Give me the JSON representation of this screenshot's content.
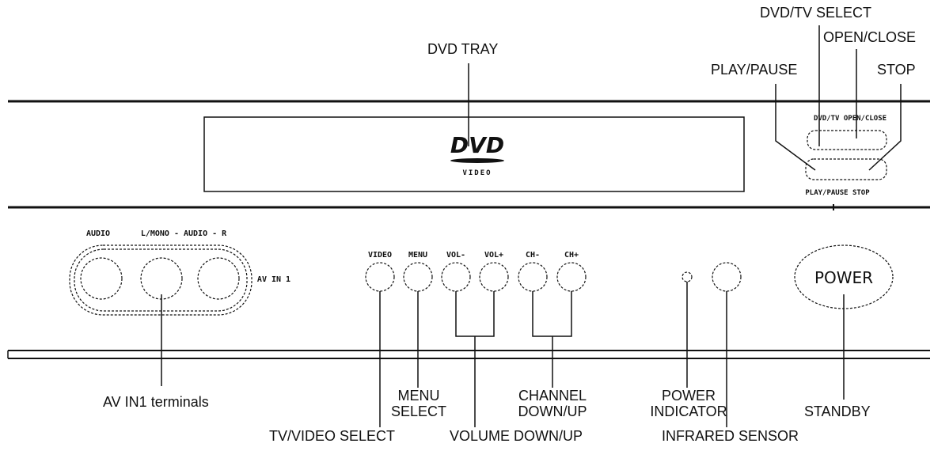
{
  "labels": {
    "dvd_tray": "DVD TRAY",
    "dvd_tv_select": "DVD/TV SELECT",
    "open_close": "OPEN/CLOSE",
    "play_pause": "PLAY/PAUSE",
    "stop": "STOP",
    "av_in1": "AV IN1 terminals",
    "menu_select_1": "MENU",
    "menu_select_2": "SELECT",
    "channel_1": "CHANNEL",
    "channel_2": "DOWN/UP",
    "power_ind_1": "POWER",
    "power_ind_2": "INDICATOR",
    "standby": "STANDBY",
    "tv_video_select": "TV/VIDEO SELECT",
    "volume": "VOLUME DOWN/UP",
    "infrared": "INFRARED SENSOR"
  },
  "device": {
    "logo_main": "DVD",
    "logo_sub": "VIDEO",
    "top_btn_text": "DVD/TV OPEN/CLOSE",
    "bottom_btn_text": "PLAY/PAUSE STOP",
    "av_top_left": "AUDIO",
    "av_top_right": "L/MONO - AUDIO - R",
    "av_side": "AV IN 1",
    "btn_video": "VIDEO",
    "btn_menu": "MENU",
    "btn_vol_down": "VOL-",
    "btn_vol_up": "VOL+",
    "btn_ch_down": "CH-",
    "btn_ch_up": "CH+",
    "power_button": "POWER"
  }
}
